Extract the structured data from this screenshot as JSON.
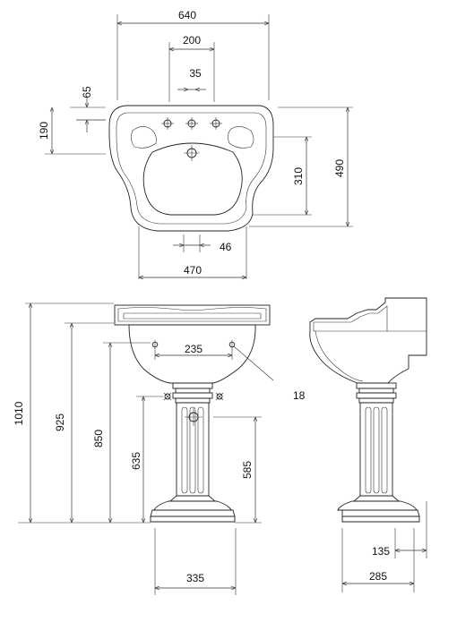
{
  "plan_view": {
    "overall_width": "640",
    "tap_spacing": "200",
    "tap_hole_gap": "35",
    "rim_depth": "65",
    "deck_depth": "190",
    "bowl_depth": "310",
    "overall_depth": "490",
    "waste_width": "46",
    "back_width": "470"
  },
  "front_view": {
    "total_height": "1010",
    "rim_height": "925",
    "underside_height": "850",
    "bracket_hole_spacing": "235",
    "fixing_hole_diameter": "18",
    "bracket_height": "635",
    "waste_height": "585",
    "base_width": "335"
  },
  "side_view": {
    "base_offset": "135",
    "base_depth": "285"
  },
  "colors": {
    "line": "#222222",
    "background": "#ffffff"
  }
}
